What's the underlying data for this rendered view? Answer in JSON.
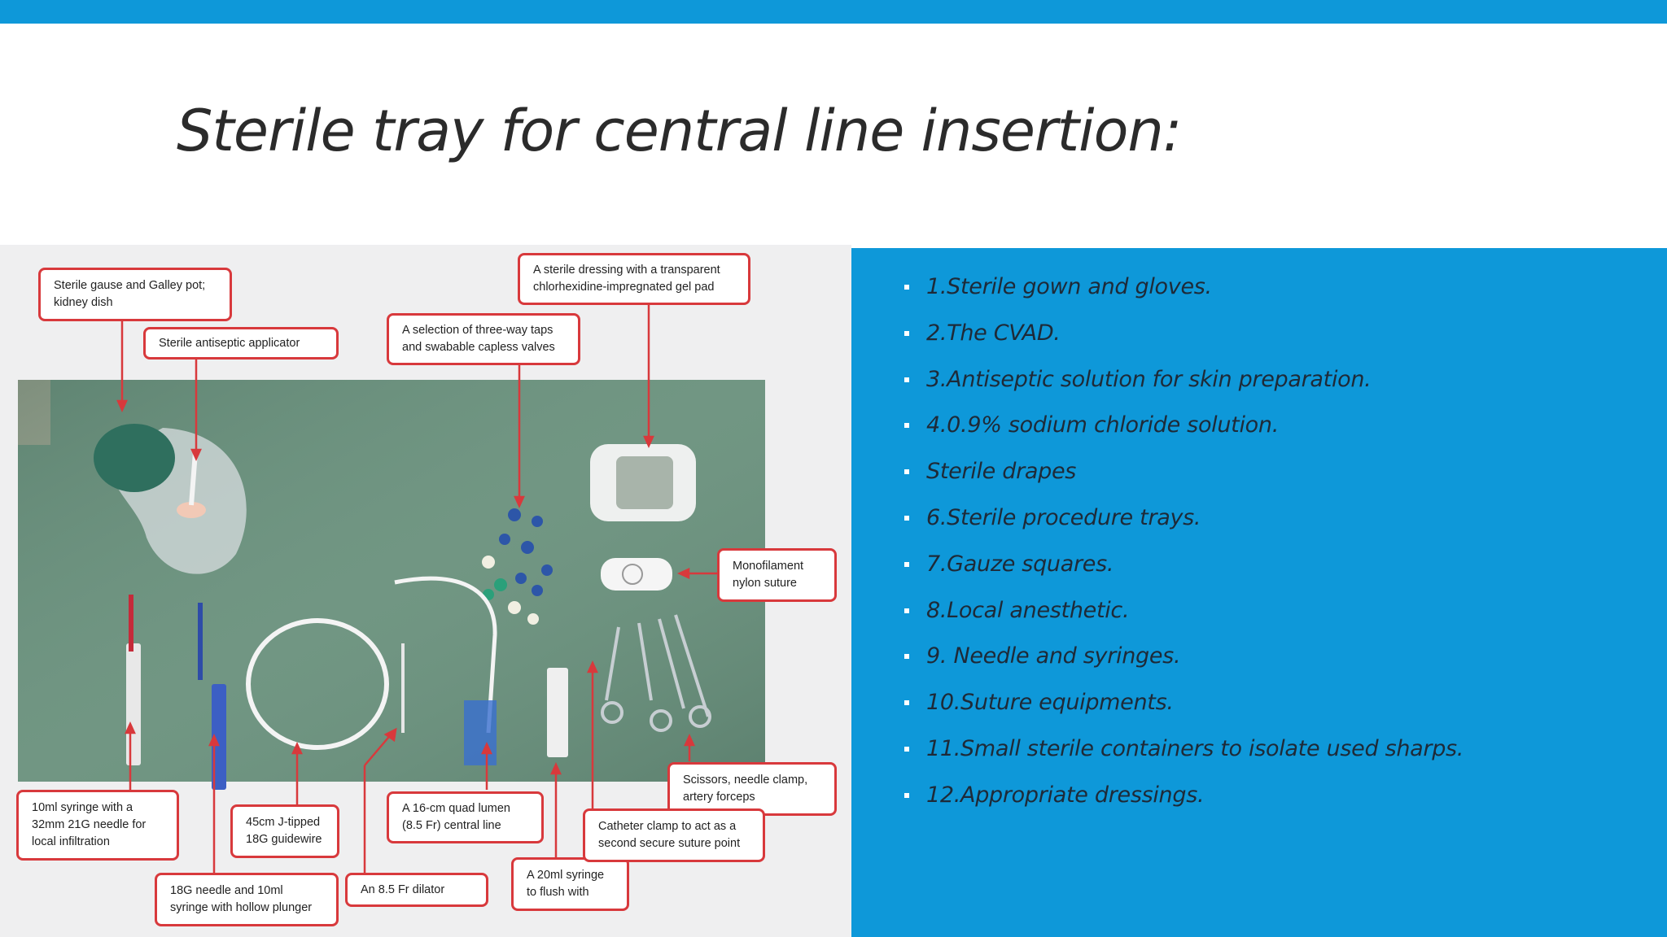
{
  "slide": {
    "title": "Sterile tray for central line insertion:"
  },
  "figure": {
    "callouts": [
      {
        "id": "gause",
        "text": "Sterile gause and Galley pot;\nkidney dish"
      },
      {
        "id": "applicator",
        "text": "Sterile antiseptic applicator"
      },
      {
        "id": "taps",
        "text": "A selection of three-way taps\nand  swabable capless valves"
      },
      {
        "id": "dressing",
        "text": "A sterile dressing with a transparent\nchlorhexidine-impregnated gel pad"
      },
      {
        "id": "suture",
        "text": "Monofilament\nnylon suture"
      },
      {
        "id": "scissors",
        "text": "Scissors, needle clamp,\nartery forceps"
      },
      {
        "id": "syringe10",
        "text": "10ml syringe with a\n32mm 21G needle for\nlocal infiltration"
      },
      {
        "id": "guidewire",
        "text": "45cm J-tipped\n18G guidewire"
      },
      {
        "id": "needle18",
        "text": "18G needle and 10ml\nsyringe with hollow plunger"
      },
      {
        "id": "dilator",
        "text": "An 8.5 Fr dilator"
      },
      {
        "id": "quad",
        "text": "A 16-cm quad lumen\n(8.5 Fr) central line"
      },
      {
        "id": "syringe20",
        "text": "A 20ml syringe\nto flush with"
      },
      {
        "id": "clamp",
        "text": "Catheter clamp to act as a\nsecond secure suture point"
      }
    ]
  },
  "list": {
    "items": [
      "1.Sterile gown and gloves.",
      "2.The CVAD.",
      "3.Antiseptic solution for skin preparation.",
      "4.0.9% sodium chloride solution.",
      "Sterile drapes",
      "6.Sterile procedure trays.",
      "7.Gauze squares.",
      "8.Local anesthetic.",
      "9. Needle and syringes.",
      "10.Suture equipments.",
      "11.Small sterile containers to isolate used sharps.",
      "12.Appropriate dressings."
    ]
  },
  "colors": {
    "accent_blue": "#0e98d9",
    "callout_border": "#d8393c",
    "drape_green": "#5f8673"
  }
}
